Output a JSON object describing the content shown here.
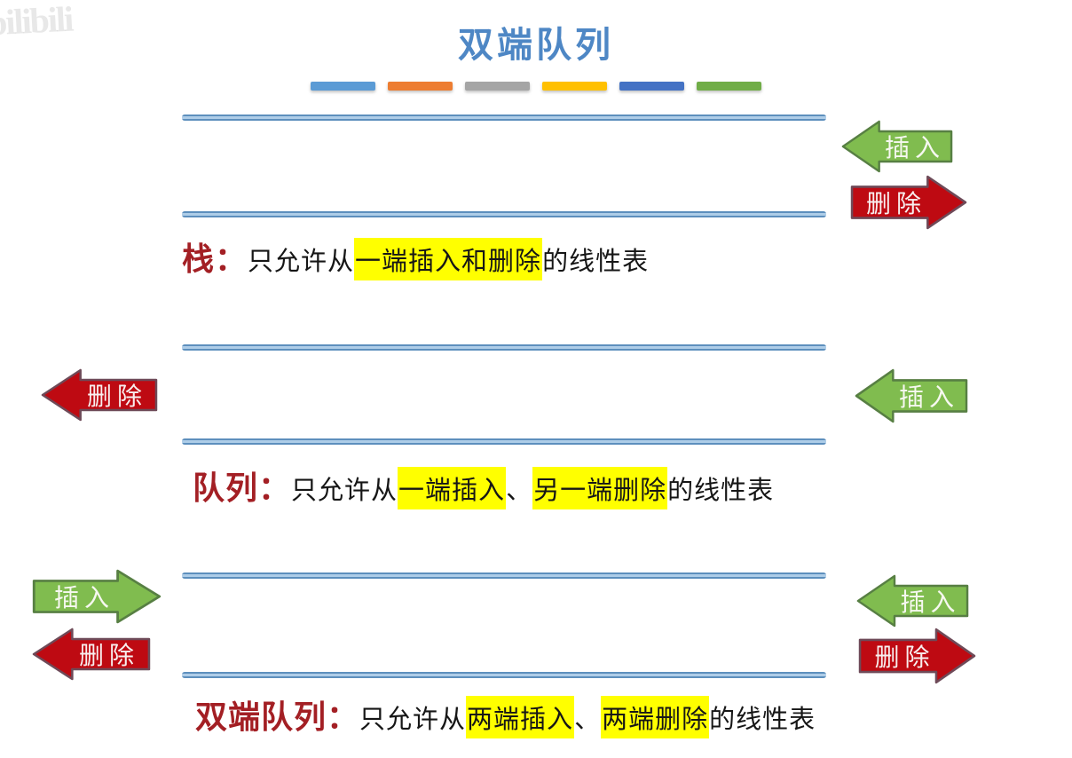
{
  "watermark": "bilibili",
  "title": "双端队列",
  "divider_dashes": [
    "#5B9BD5",
    "#ED7D31",
    "#A5A5A5",
    "#FFC000",
    "#4472C4",
    "#70AD47"
  ],
  "arrow_labels": {
    "insert": "插入",
    "delete": "删除"
  },
  "colors": {
    "title_blue": "#4E87C5",
    "term_red": "#A31F24",
    "highlight_yellow": "#FFFF00",
    "line_blue": "#5D8FBD",
    "arrow_green_fill": "#80BC4F",
    "arrow_red_fill": "#BE0A12"
  },
  "sections": [
    {
      "name": "stack",
      "term": "栈",
      "colon": "：",
      "parts": [
        {
          "text": "只允许从"
        },
        {
          "text": "一端插入和删除",
          "highlighted": true
        },
        {
          "text": "的线性表"
        }
      ],
      "arrows": [
        "insert-right-side",
        "delete-right-side"
      ]
    },
    {
      "name": "queue",
      "term": "队列",
      "colon": "：",
      "parts": [
        {
          "text": "只允许从"
        },
        {
          "text": "一端插入",
          "highlighted": true
        },
        {
          "text": "、"
        },
        {
          "text": "另一端删除",
          "highlighted": true
        },
        {
          "text": "的线性表"
        }
      ],
      "arrows": [
        "delete-left-side",
        "insert-right-side"
      ]
    },
    {
      "name": "deque",
      "term": "双端队列",
      "colon": "：",
      "parts": [
        {
          "text": "只允许从"
        },
        {
          "text": "两端插入",
          "highlighted": true
        },
        {
          "text": "、"
        },
        {
          "text": "两端删除",
          "highlighted": true
        },
        {
          "text": "的线性表"
        }
      ],
      "arrows": [
        "insert-left-side",
        "delete-left-side",
        "insert-right-side",
        "delete-right-side"
      ]
    }
  ]
}
